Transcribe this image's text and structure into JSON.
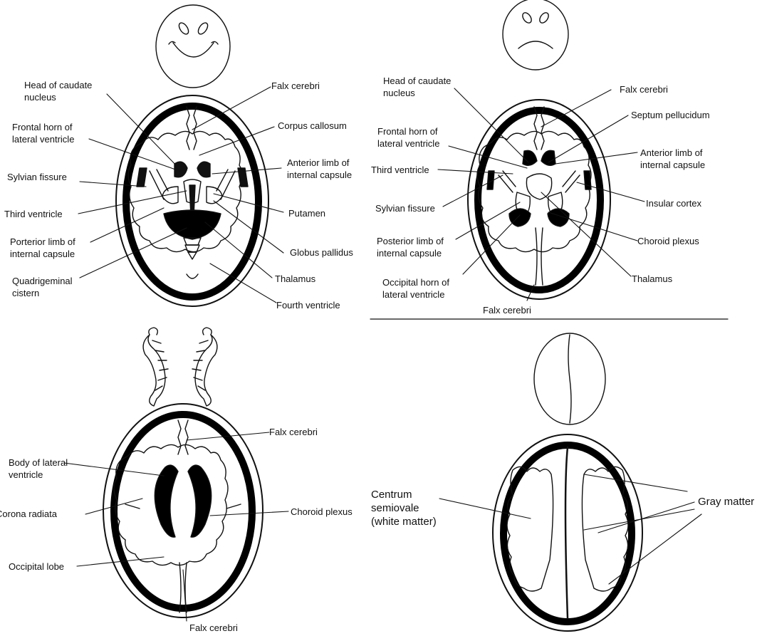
{
  "panels": {
    "top_left": {
      "labels": {
        "head_of_caudate": "Head of caudate\nnucleus",
        "falx_cerebri": "Falx cerebri",
        "frontal_horn": "Frontal horn of\nlateral ventricle",
        "corpus_callosum": "Corpus callosum",
        "anterior_limb": "Anterior limb of\ninternal capsule",
        "sylvian_fissure": "Sylvian fissure",
        "third_ventricle": "Third ventricle",
        "putamen": "Putamen",
        "posterior_limb": "Porterior limb of\ninternal capsule",
        "globus_pallidus": "Globus pallidus",
        "quadrigeminal_cistern": "Quadrigeminal\ncistern",
        "thalamus": "Thalamus",
        "fourth_ventricle": "Fourth ventricle"
      }
    },
    "top_right": {
      "labels": {
        "head_of_caudate": "Head of caudate\nnucleus",
        "falx_cerebri_top": "Falx cerebri",
        "septum_pellucidum": "Septum pellucidum",
        "frontal_horn": "Frontal horn of\nlateral ventricle",
        "anterior_limb": "Anterior limb of\ninternal capsule",
        "third_ventricle": "Third ventricle",
        "insular_cortex": "Insular cortex",
        "sylvian_fissure": "Sylvian fissure",
        "choroid_plexus": "Choroid plexus",
        "posterior_limb": "Posterior limb of\ninternal capsule",
        "thalamus": "Thalamus",
        "occipital_horn": "Occipital horn of\nlateral ventricle",
        "falx_cerebri_bottom": "Falx cerebri"
      }
    },
    "bottom_left": {
      "labels": {
        "falx_cerebri_top": "Falx cerebri",
        "body_of_lateral_ventricle": "Body of lateral\nventricle",
        "corona_radiata": "Corona radiata",
        "choroid_plexus": "Choroid plexus",
        "occipital_lobe": "Occipital lobe",
        "falx_cerebri_bottom": "Falx cerebri"
      }
    },
    "bottom_right": {
      "labels": {
        "centrum_semiovale": "Centrum\nsemiovale\n(white matter)",
        "gray_matter": "Gray matter"
      }
    }
  }
}
